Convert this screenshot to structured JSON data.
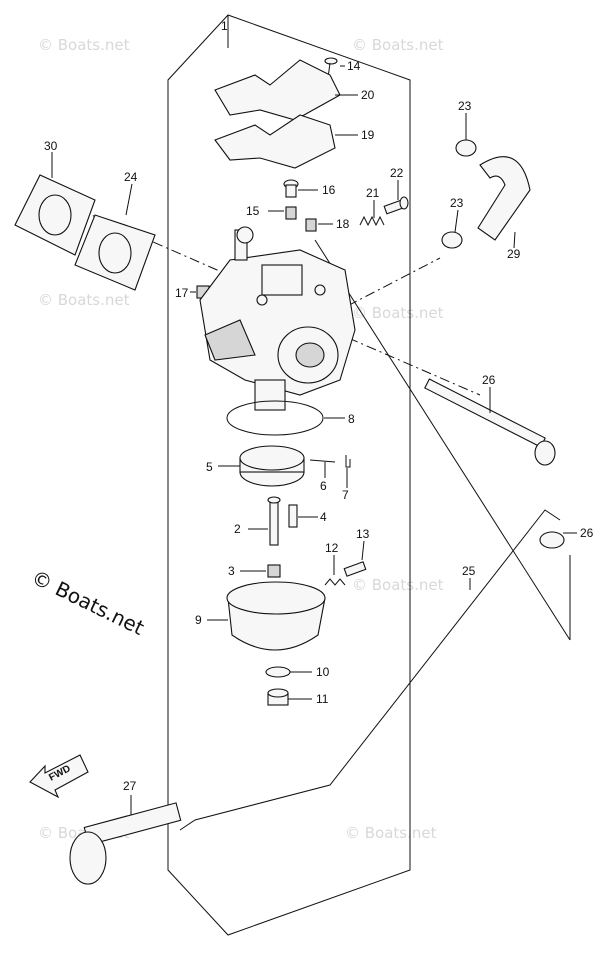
{
  "watermark": {
    "small_text": "© Boats.net",
    "large_text": "© Boats.net"
  },
  "fwd_label": "FWD",
  "callouts": [
    {
      "id": "c1",
      "label": "1"
    },
    {
      "id": "c2",
      "label": "2"
    },
    {
      "id": "c3",
      "label": "3"
    },
    {
      "id": "c4",
      "label": "4"
    },
    {
      "id": "c5",
      "label": "5"
    },
    {
      "id": "c6",
      "label": "6"
    },
    {
      "id": "c7",
      "label": "7"
    },
    {
      "id": "c8",
      "label": "8"
    },
    {
      "id": "c9",
      "label": "9"
    },
    {
      "id": "c10",
      "label": "10"
    },
    {
      "id": "c11",
      "label": "11"
    },
    {
      "id": "c12",
      "label": "12"
    },
    {
      "id": "c13",
      "label": "13"
    },
    {
      "id": "c14",
      "label": "14"
    },
    {
      "id": "c15",
      "label": "15"
    },
    {
      "id": "c16",
      "label": "16"
    },
    {
      "id": "c17",
      "label": "17"
    },
    {
      "id": "c18",
      "label": "18"
    },
    {
      "id": "c19",
      "label": "19"
    },
    {
      "id": "c20",
      "label": "20"
    },
    {
      "id": "c21",
      "label": "21"
    },
    {
      "id": "c22",
      "label": "22"
    },
    {
      "id": "c23a",
      "label": "23"
    },
    {
      "id": "c23b",
      "label": "23"
    },
    {
      "id": "c24",
      "label": "24"
    },
    {
      "id": "c25",
      "label": "25"
    },
    {
      "id": "c26a",
      "label": "26"
    },
    {
      "id": "c26b",
      "label": "26"
    },
    {
      "id": "c27",
      "label": "27"
    },
    {
      "id": "c29",
      "label": "29"
    },
    {
      "id": "c30",
      "label": "30"
    }
  ]
}
